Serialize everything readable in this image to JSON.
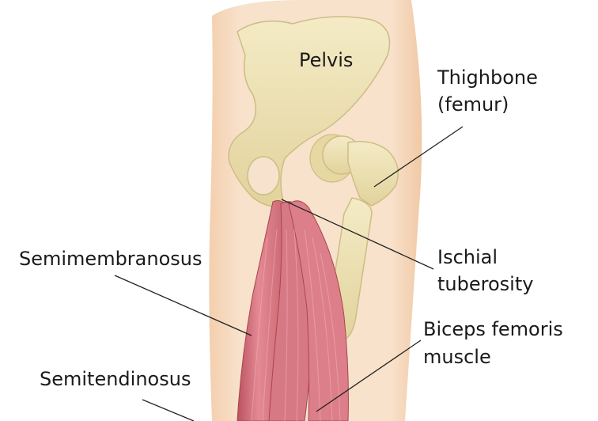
{
  "labels": {
    "pelvis": "Pelvis",
    "thighbone_line1": "Thighbone",
    "thighbone_line2": "(femur)",
    "semimembranosus": "Semimembranosus",
    "ischial_line1": "Ischial",
    "ischial_line2": "tuberosity",
    "biceps_line1": "Biceps femoris",
    "biceps_line2": "muscle",
    "semitendinosus": "Semitendinosus"
  },
  "colors": {
    "background": "#ffffff",
    "skin": "#f6dcc2",
    "skin_edge": "#eec6a2",
    "bone": "#f0e4b6",
    "bone_shadow": "#dccd94",
    "muscle": "#d9737f",
    "muscle_dark": "#b9525f",
    "muscle_light": "#ec9ca4",
    "leader_line": "#222222"
  }
}
